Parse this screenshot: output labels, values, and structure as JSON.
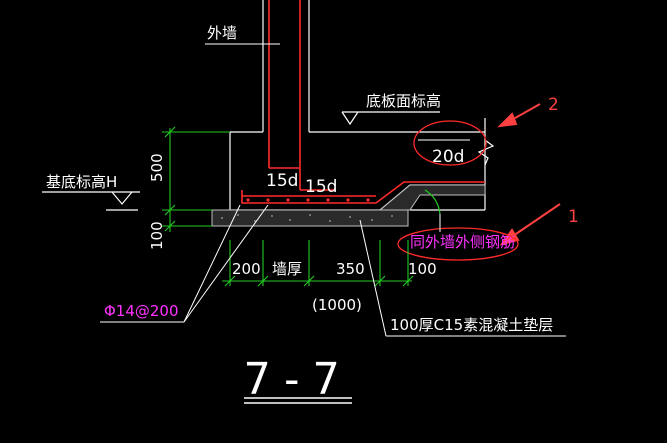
{
  "colors": {
    "background": "#000000",
    "wall": "#ffffff",
    "rebar": "#ff2a2a",
    "dimension": "#22cc22",
    "concrete": "#bfbfbf",
    "magenta": "#ff33ff",
    "annotation": "#ff2a2a",
    "text": "#ffffff"
  },
  "labels": {
    "outer_wall": "外墙",
    "slab_top_elevation": "底板面标高",
    "foundation_bottom_elevation": "基底标高H",
    "lap_20d": "20d",
    "lap_15d_left": "15d",
    "lap_15d_right": "15d",
    "same_as_wall_rebar": "同外墙外侧钢筋",
    "rebar_spec": "Φ14@200",
    "cushion_layer": "100厚C15素混凝土垫层",
    "section_title": "7-7"
  },
  "dimensions": {
    "vertical": {
      "upper": "500",
      "lower": "100"
    },
    "horizontal": {
      "left": "200",
      "wall": "墙厚",
      "right": "350",
      "edge": "100",
      "total": "(1000)"
    }
  },
  "markers": {
    "callout_1": "1",
    "callout_2": "2"
  }
}
